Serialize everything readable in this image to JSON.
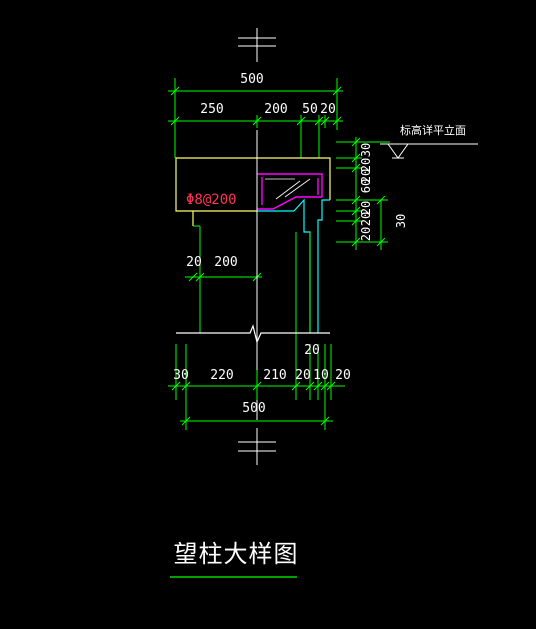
{
  "top_dims": {
    "overall": "500",
    "d1": "250",
    "d2": "200",
    "d3": "50",
    "d4": "20"
  },
  "right_dims": {
    "a": "30",
    "b": "20",
    "c": "20",
    "d": "60",
    "e": "20",
    "f": "20",
    "g": "20",
    "h": "30"
  },
  "level_note": "标高详平立面",
  "rebar_label": "Φ8@200",
  "left_dims": {
    "a": "20",
    "b": "200"
  },
  "bottom_dims": {
    "top20": "20",
    "a": "30",
    "b": "220",
    "c": "210",
    "d": "20",
    "e": "10",
    "f": "20",
    "overall": "500"
  },
  "title": "望柱大样图",
  "colors": {
    "background": "#000000",
    "dimension": "#00ff00",
    "outline": "#ffffff",
    "concrete": "#ffff66",
    "cyan": "#00ffff",
    "rebar": "#ff00ff",
    "rebar_text": "#ff3355"
  }
}
